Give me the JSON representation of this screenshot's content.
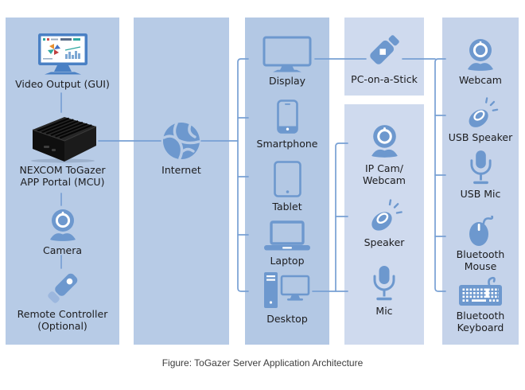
{
  "figure_caption": "Figure: ToGazer Server Application Architecture",
  "nodes": {
    "video_output": "Video Output (GUI)",
    "mcu": "NEXCOM ToGazer\nAPP Portal (MCU)",
    "camera": "Camera",
    "remote": "Remote Controller\n(Optional)",
    "internet": "Internet",
    "display": "Display",
    "smartphone": "Smartphone",
    "tablet": "Tablet",
    "laptop": "Laptop",
    "desktop": "Desktop",
    "pc_stick": "PC-on-a-Stick",
    "ip_cam": "IP Cam/\nWebcam",
    "speaker": "Speaker",
    "mic": "Mic",
    "webcam": "Webcam",
    "usb_speaker": "USB Speaker",
    "usb_mic": "USB Mic",
    "bt_mouse": "Bluetooth\nMouse",
    "bt_keyboard": "Bluetooth\nKeyboard"
  },
  "colors": {
    "panel_primary": "#b7cbe6",
    "panel_devices": "#b3c8e4",
    "panel_accessory_light": "#cfdaee",
    "panel_accessory": "#c5d3ea",
    "icon_blue": "#6d98ce",
    "monitor_frame": "#4a80c4",
    "connector": "#78a0d4",
    "label_text": "#1c1c1e",
    "caption_text": "#3c3c3c"
  },
  "icons": [
    "gui-monitor-icon",
    "server-box-image",
    "webcam-icon",
    "remote-controller-icon",
    "globe-icon",
    "display-icon",
    "smartphone-icon",
    "tablet-icon",
    "laptop-icon",
    "desktop-icon",
    "usb-stick-icon",
    "speaker-icon",
    "mic-icon",
    "mouse-icon",
    "keyboard-icon"
  ]
}
